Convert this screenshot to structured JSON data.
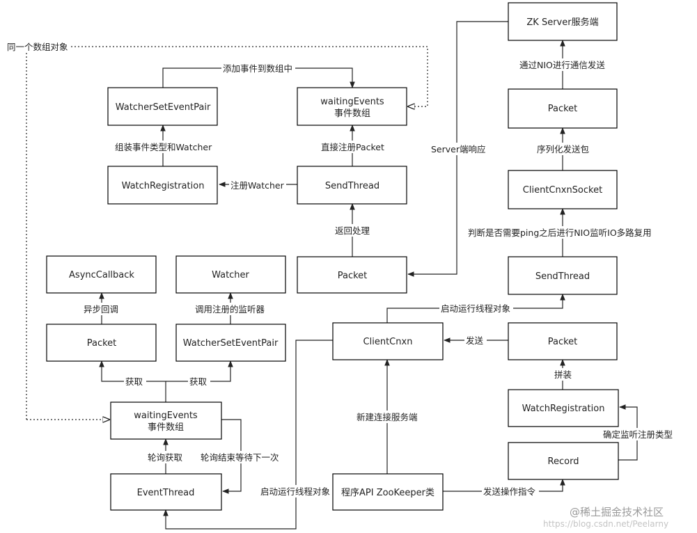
{
  "nodes": {
    "zk_server": "ZK Server服务端",
    "waiting_events_top_line1": "waitingEvents",
    "waiting_events_top_line2": "事件数组",
    "watcher_set_event_pair_top": "WatcherSetEventPair",
    "watch_registration_top": "WatchRegistration",
    "send_thread_top": "SendThread",
    "packet_top_right": "Packet",
    "client_cnxn_socket": "ClientCnxnSocket",
    "send_thread_right": "SendThread",
    "packet_mid": "Packet",
    "async_callback": "AsyncCallback",
    "watcher": "Watcher",
    "packet_left": "Packet",
    "watcher_set_event_pair_left": "WatcherSetEventPair",
    "client_cnxn": "ClientCnxn",
    "packet_right": "Packet",
    "waiting_events_bottom_line1": "waitingEvents",
    "waiting_events_bottom_line2": "事件数组",
    "watch_registration_right": "WatchRegistration",
    "record": "Record",
    "event_thread": "EventThread",
    "zookeeper_api": "程序API ZooKeeper类"
  },
  "labels": {
    "same_array": "同一个数组对象",
    "add_to_array": "添加事件到数组中",
    "nio_send": "通过NIO进行通信发送",
    "assemble_event": "组装事件类型和Watcher",
    "direct_register_packet": "直接注册Packet",
    "server_response": "Server端响应",
    "serialize_send": "序列化发送包",
    "register_watcher": "注册Watcher",
    "return_process": "返回处理",
    "ping_nio": "判断是否需要ping之后进行NIO监听IO多路复用",
    "start_thread_top": "启动运行线程对象",
    "async_callback_label": "异步回调",
    "call_listener": "调用注册的监听器",
    "send": "发送",
    "fetch_left": "获取",
    "fetch_right": "获取",
    "assemble": "拼装",
    "new_connection": "新建连接服务端",
    "confirm_type": "确定监听注册类型",
    "poll_fetch": "轮询获取",
    "poll_end_wait": "轮询结束等待下一次",
    "start_thread_bottom": "启动运行线程对象",
    "send_command": "发送操作指令"
  },
  "watermark": {
    "brand": "@稀土掘金技术社区",
    "url": "https://blog.csdn.net/Peelarny"
  }
}
